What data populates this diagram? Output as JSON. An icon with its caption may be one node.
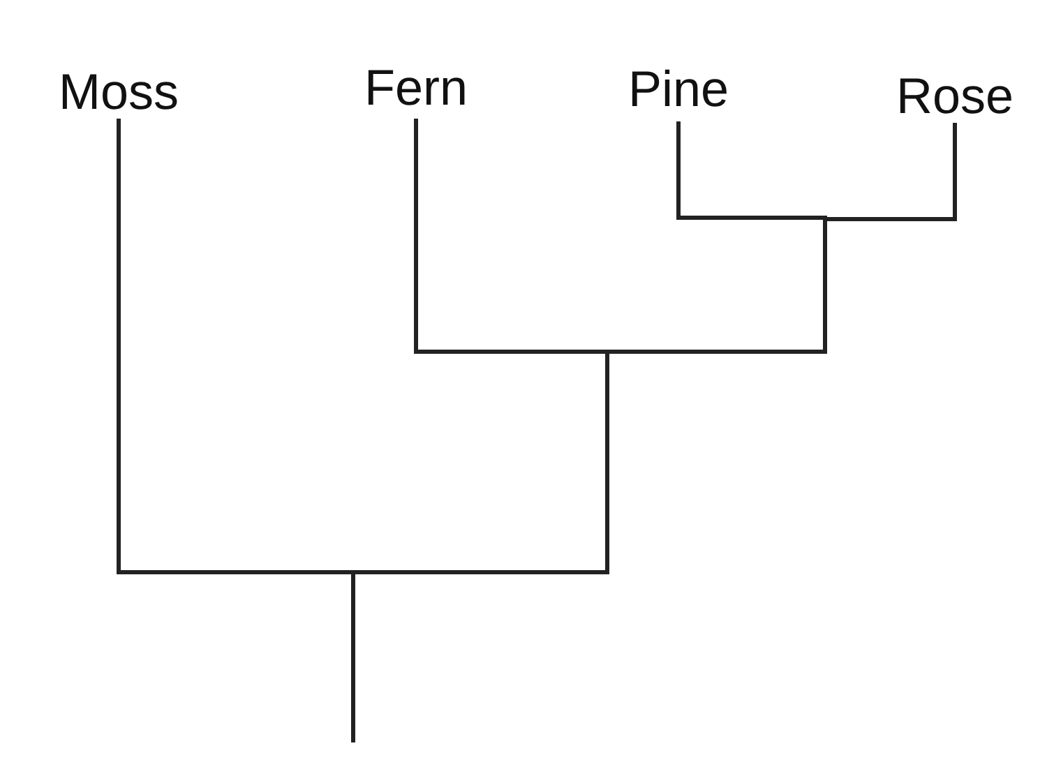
{
  "diagram": {
    "nodes": [
      {
        "text": [
          "Moss"
        ]
      },
      {
        "text": [
          "Fern"
        ]
      },
      {
        "text": [
          "Pine"
        ]
      },
      {
        "text": [
          "Rose"
        ]
      }
    ],
    "edges": [
      {
        "from": null,
        "to": 0,
        "arrow": "none"
      },
      {
        "from": null,
        "to": 1,
        "arrow": "none"
      },
      {
        "from": null,
        "to": 2,
        "arrow": "none"
      },
      {
        "from": null,
        "to": 3,
        "arrow": "none"
      }
    ]
  }
}
